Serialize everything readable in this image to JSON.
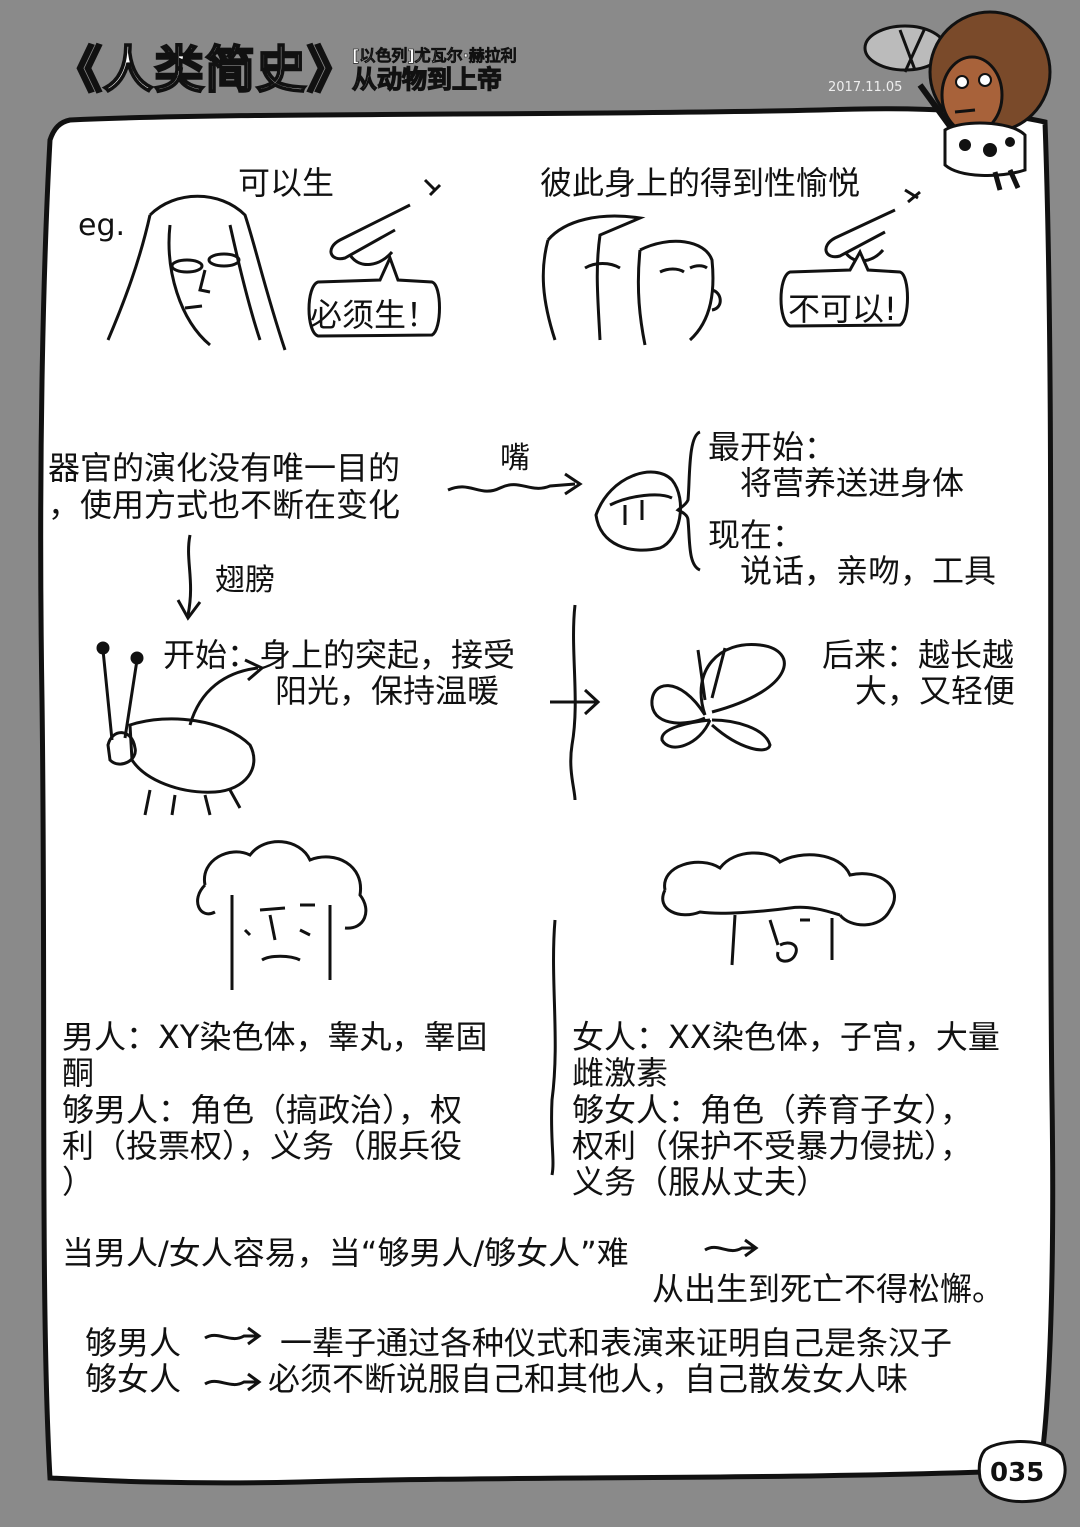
{
  "header": {
    "title": "《人类简史》",
    "author": "[以色列]尤瓦尔·赫拉利",
    "subtitle": "从动物到上帝",
    "date": "2017.11.05"
  },
  "panel1": {
    "eg": "eg.",
    "left_caption": "可以生",
    "left_bubble": "必须生！",
    "right_caption": "彼此身上的得到性愉悦",
    "right_bubble": "不可以!"
  },
  "organs": {
    "main_line1": "器官的演化没有唯一目的",
    "main_line2": "，使用方式也不断在变化",
    "mouth_label": "嘴",
    "mouth_start_label": "最开始：",
    "mouth_start_text": "将营养送进身体",
    "mouth_now_label": "现在：",
    "mouth_now_text": "说话，亲吻，工具",
    "wing_label": "翅膀",
    "wing_start_line1": "开始：身上的突起，接受",
    "wing_start_line2": "阳光，保持温暖",
    "wing_later_line1": "后来：越长越",
    "wing_later_line2": "大，又轻便"
  },
  "gender": {
    "man_line1": "男人：XY染色体，睾丸，睾固",
    "man_line2": "酮",
    "man_line3": "够男人：角色（搞政治），权",
    "man_line4": "利（投票权），义务（服兵役",
    "man_line5": "）",
    "woman_line1": "女人：XX染色体，子宫，大量",
    "woman_line2": "雌激素",
    "woman_line3": "够女人：角色（养育子女），",
    "woman_line4": "权利（保护不受暴力侵扰），",
    "woman_line5": "义务（服从丈夫）"
  },
  "summary": {
    "line1": "当男人/女人容易，当“够男人/够女人”难",
    "line2": "从出生到死亡不得松懈。",
    "man_label": "够男人",
    "man_text": "一辈子通过各种仪式和表演来证明自己是条汉子",
    "woman_label": "够女人",
    "woman_text": "必须不断说服自己和其他人，自己散发女人味"
  },
  "footer": {
    "page_number": "035"
  }
}
